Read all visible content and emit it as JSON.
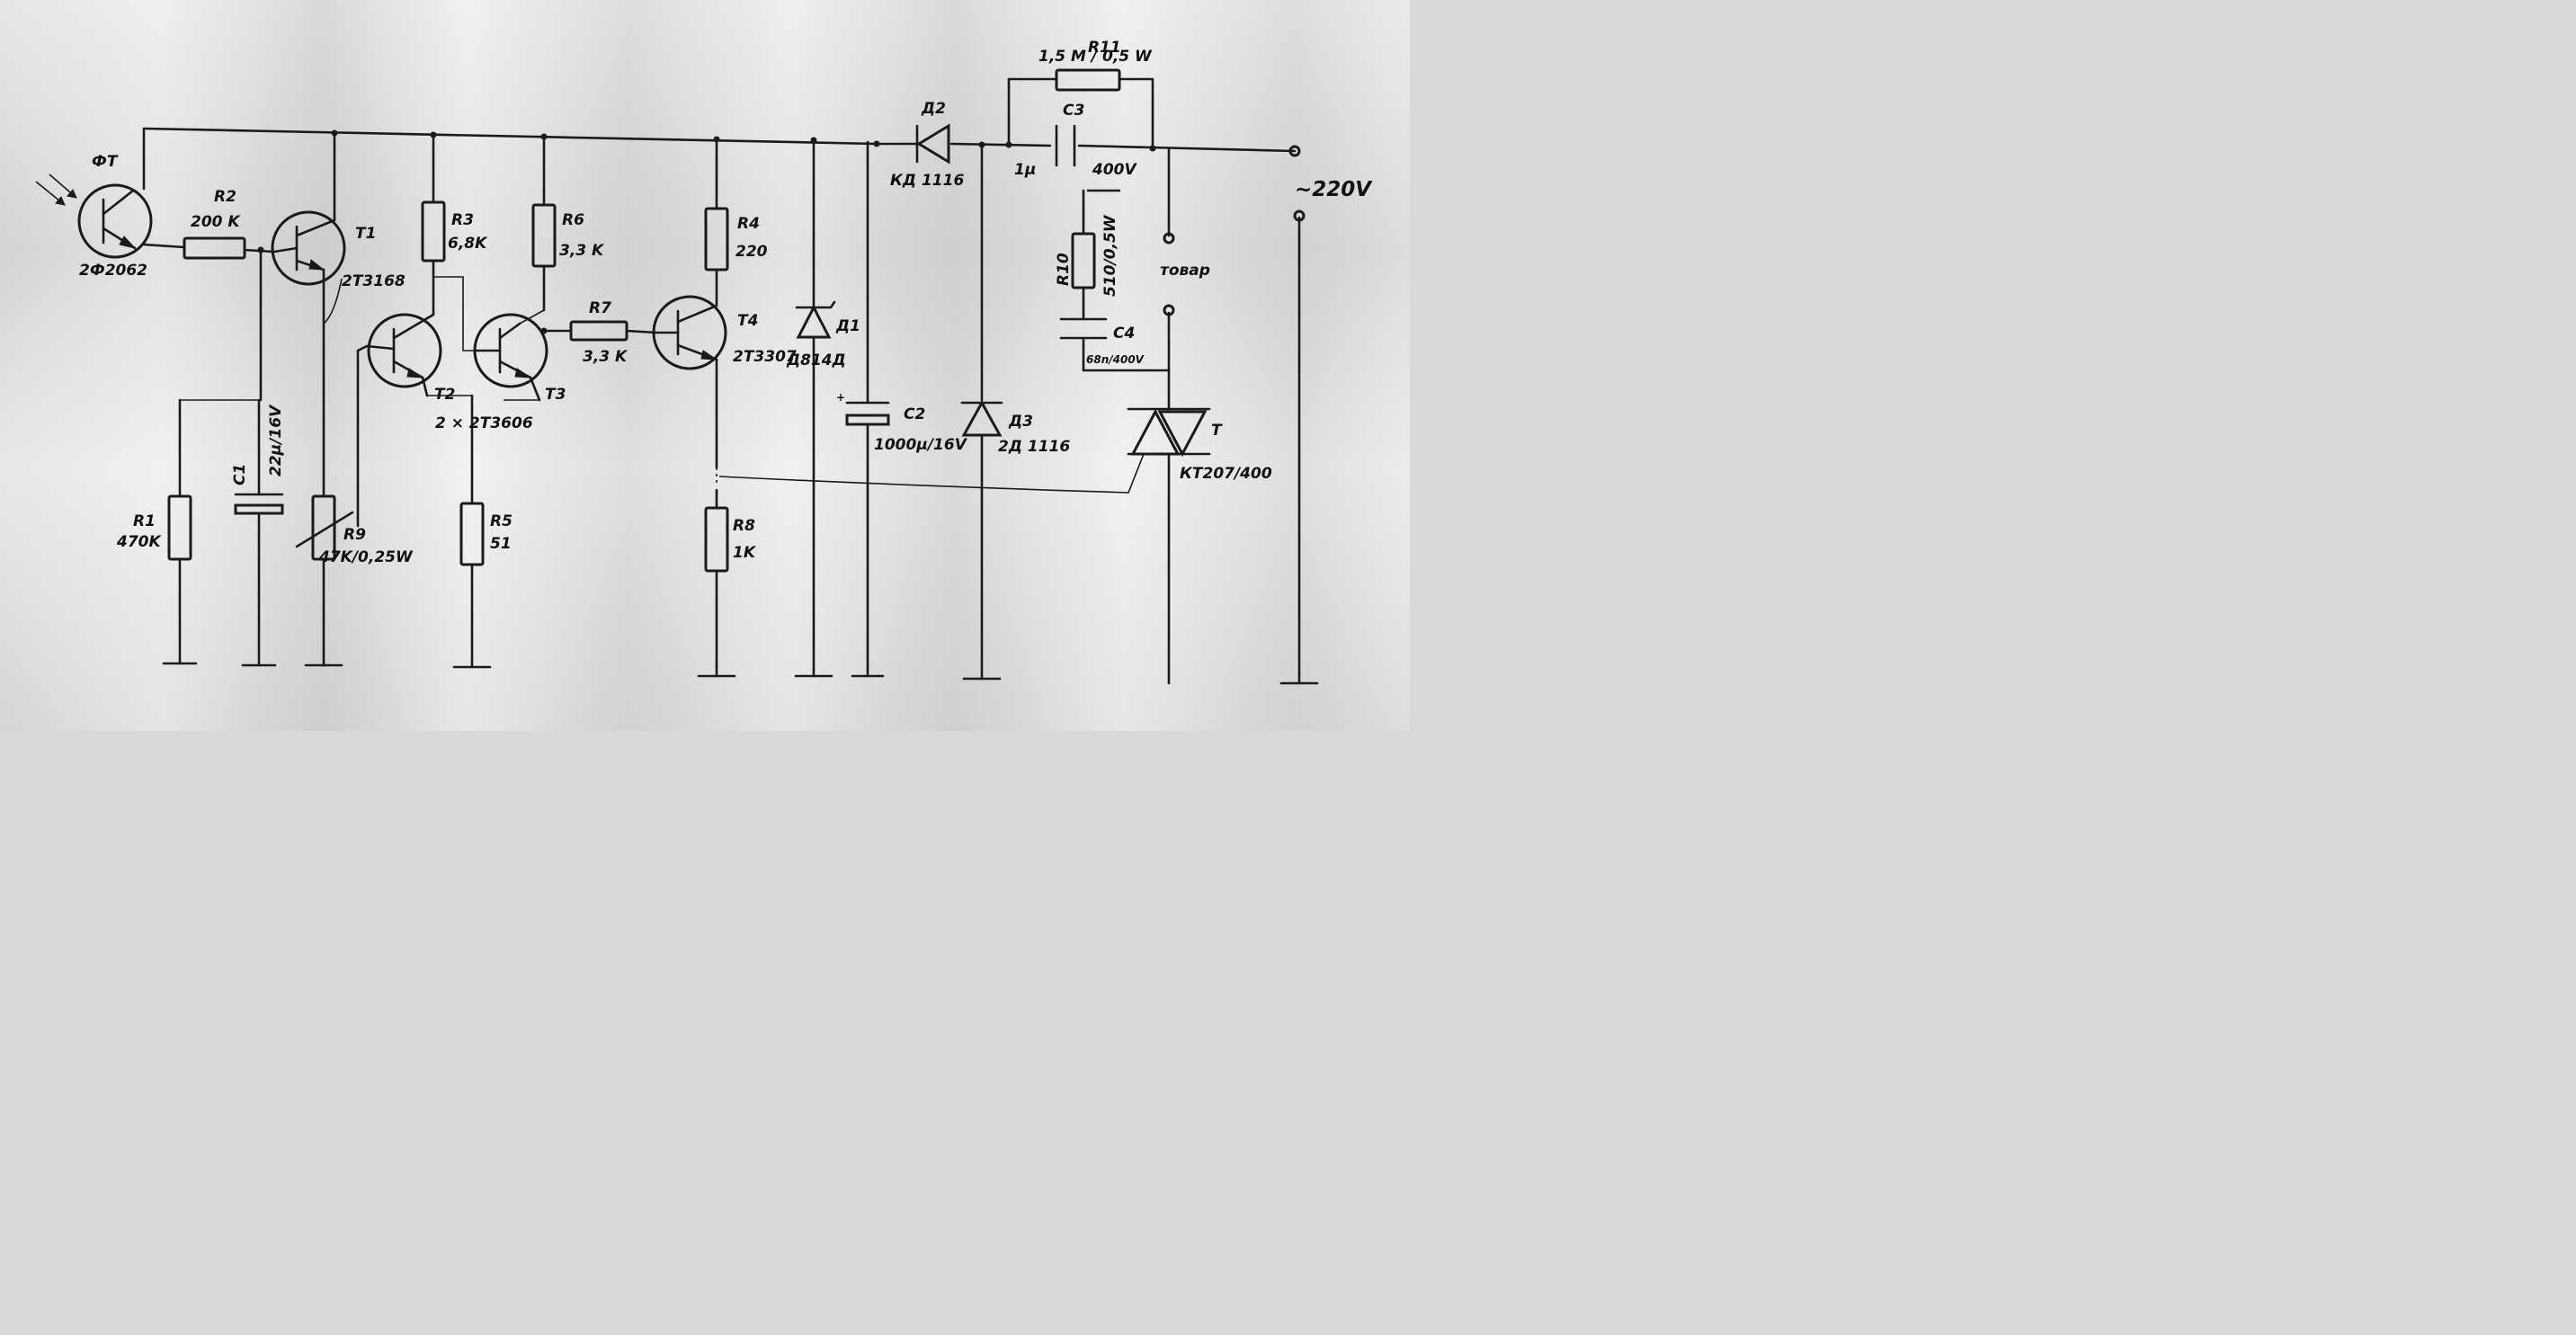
{
  "labels": {
    "ft": "ФТ",
    "ft_part": "2Ф2062",
    "r2": "R2",
    "r2_val": "200 K",
    "t1": "T1",
    "t1_part": "2Т3168",
    "r3": "R3",
    "r3_val": "6,8K",
    "r6": "R6",
    "r6_val": "3,3 K",
    "r7": "R7",
    "r7_val": "3,3 K",
    "r4": "R4",
    "r4_val": "220",
    "t4": "T4",
    "t4_part": "2Т3307",
    "t2": "T2",
    "t3": "T3",
    "t23_part": "2 × 2Т3606",
    "d1": "Д1",
    "d1_part": "Д814Д",
    "d2": "Д2",
    "d2_part": "КД 1116",
    "r11": "R11",
    "r11_val": "1,5 M / 0,5 W",
    "c3": "C3",
    "c3_val1": "1μ",
    "c3_val2": "400V",
    "r10": "R10",
    "r10_val": "510/0,5W",
    "c4": "C4",
    "c4_val": "68n/400V",
    "load": "товар",
    "supply": "~220V",
    "r1": "R1",
    "r1_val": "470K",
    "c1": "C1",
    "c1_val": "22μ/16V",
    "r9": "R9",
    "r9_val": "47K/0,25W",
    "r5": "R5",
    "r5_val": "51",
    "r8": "R8",
    "r8_val": "1K",
    "c2": "C2",
    "c2_val": "1000μ/16V",
    "d3": "Д3",
    "d3_part": "2Д 1116",
    "triac": "T",
    "triac_part": "КТ207/400"
  },
  "colors": {
    "ink": "#1a1a1a",
    "paper": "#dcdcdc"
  }
}
